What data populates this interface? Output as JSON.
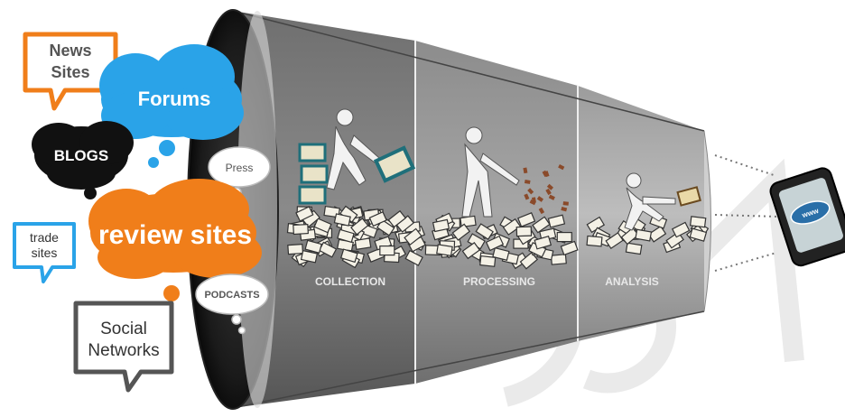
{
  "sources": {
    "news_sites": [
      "News",
      "Sites"
    ],
    "forums": "Forums",
    "blogs": "BLOGS",
    "press": "Press",
    "trade_sites": [
      "trade",
      "sites"
    ],
    "review_sites": "review sites",
    "podcasts": "PODCASTS",
    "social_networks": [
      "Social",
      "Networks"
    ]
  },
  "stages": {
    "collection": "COLLECTION",
    "processing": "PROCESSING",
    "analysis": "ANALYSIS"
  },
  "device": {
    "screen_text": "www"
  },
  "colors": {
    "blue": "#2aa3e8",
    "orange": "#f07e1a",
    "black": "#111111",
    "funnel_dark": "#5b5b5b",
    "funnel_mid": "#7a7a7a",
    "funnel_light": "#a9a9a9",
    "envelope_teal": "#1f6f7a"
  }
}
